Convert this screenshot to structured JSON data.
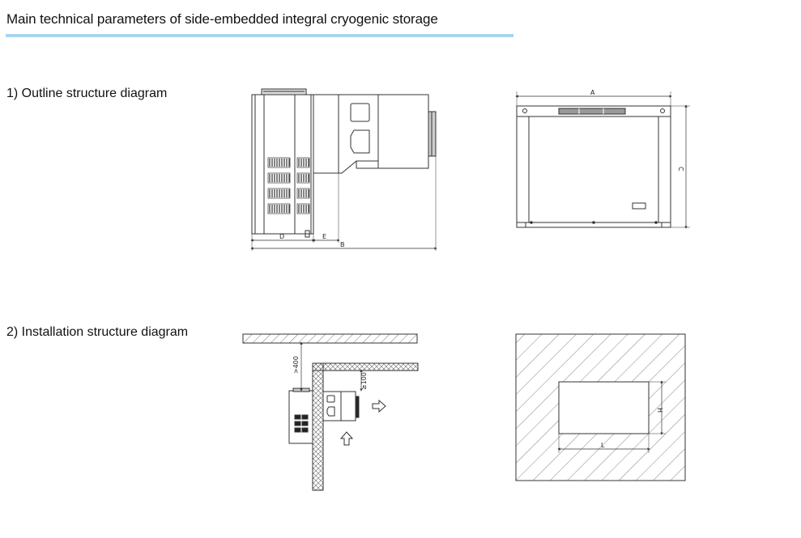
{
  "page": {
    "title": "Main technical parameters of side-embedded integral cryogenic storage",
    "accent_color": "#a9d4ec"
  },
  "sections": [
    {
      "label": "1)  Outline structure diagram"
    },
    {
      "label": "2)  Installation structure diagram"
    }
  ],
  "outline": {
    "side_view": {
      "dim_d": "D",
      "dim_e": "E",
      "dim_b": "B"
    },
    "front_view": {
      "dim_a": "A",
      "dim_c": "C"
    }
  },
  "installation": {
    "side_view": {
      "clear_top": ">400",
      "clear_side": "≥100"
    },
    "wall_opening": {
      "dim_h": "H",
      "dim_l": "L"
    }
  }
}
